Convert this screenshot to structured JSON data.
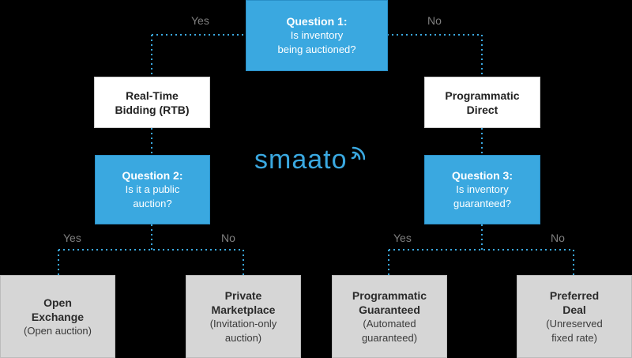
{
  "colors": {
    "accent": "#3aa8e0",
    "question_fill": "#3aa8e0",
    "leaf_fill": "#d6d6d6",
    "background": "#000000"
  },
  "logo": {
    "text": "smaato",
    "icon": "wifi-signal-icon"
  },
  "questions": {
    "q1": {
      "title": "Question 1:",
      "lines": [
        "Is inventory",
        "being auctioned?"
      ]
    },
    "q2": {
      "title": "Question 2:",
      "lines": [
        "Is it a public",
        "auction?"
      ]
    },
    "q3": {
      "title": "Question 3:",
      "lines": [
        "Is inventory",
        "guaranteed?"
      ]
    }
  },
  "categories": {
    "rtb": {
      "lines": [
        "Real-Time",
        "Bidding (RTB)"
      ]
    },
    "pd": {
      "lines": [
        "Programmatic",
        "Direct"
      ]
    }
  },
  "outcomes": [
    {
      "title_lines": [
        "Open",
        "Exchange"
      ],
      "sub_lines": [
        "(Open auction)"
      ]
    },
    {
      "title_lines": [
        "Private",
        "Marketplace"
      ],
      "sub_lines": [
        "(Invitation-only",
        "auction)"
      ]
    },
    {
      "title_lines": [
        "Programmatic",
        "Guaranteed"
      ],
      "sub_lines": [
        "(Automated",
        "guaranteed)"
      ]
    },
    {
      "title_lines": [
        "Preferred",
        "Deal"
      ],
      "sub_lines": [
        "(Unreserved",
        "fixed rate)"
      ]
    }
  ],
  "edge_labels": {
    "q1_yes": "Yes",
    "q1_no": "No",
    "q2_yes": "Yes",
    "q2_no": "No",
    "q3_yes": "Yes",
    "q3_no": "No"
  }
}
